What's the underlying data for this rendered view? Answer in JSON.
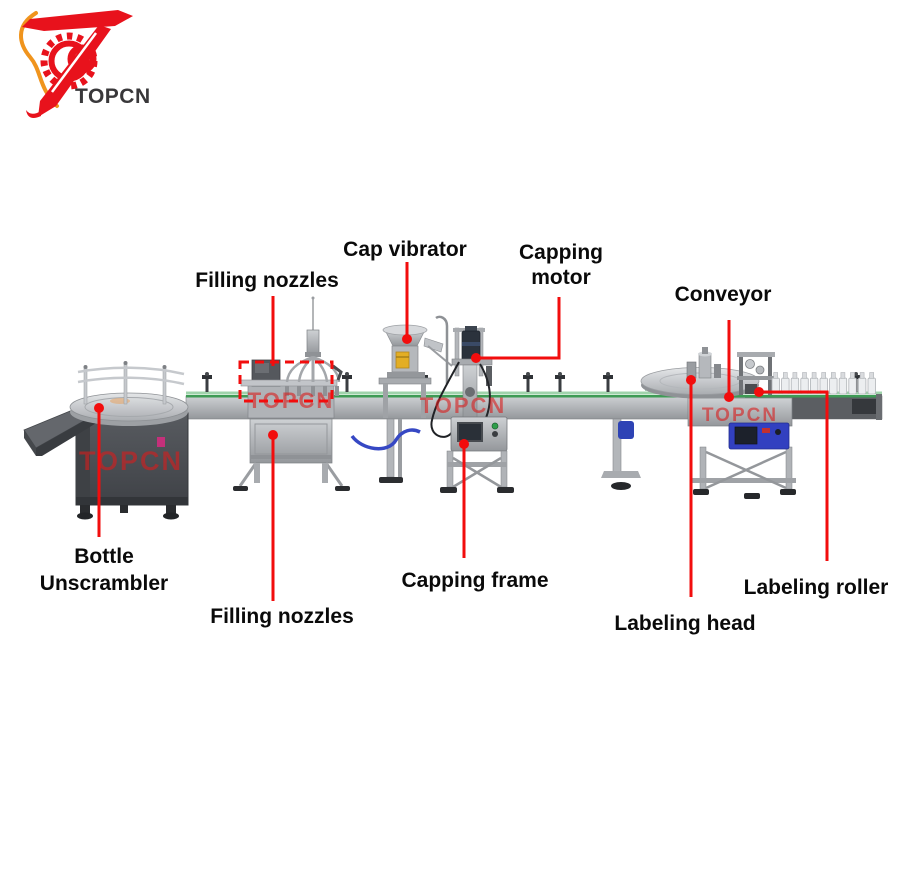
{
  "logo": {
    "brand": "TOPCN"
  },
  "watermark": {
    "text": "TOPCN"
  },
  "annotations": {
    "bottle_unscrambler": "Bottle Unscrambler",
    "filling_nozzles_top": "Filling nozzles",
    "filling_nozzles_bottom": "Filling nozzles",
    "cap_vibrator": "Cap vibrator",
    "capping_motor": "Capping motor",
    "capping_frame": "Capping frame",
    "conveyor": "Conveyor",
    "labeling_head": "Labeling head",
    "labeling_roller": "Labeling roller"
  },
  "colors": {
    "annotation_red": "#f20d0d",
    "logo_red": "#e8121c",
    "logo_orange": "#f0941d",
    "logo_text_gray": "#39383a",
    "belt_green": "#3e9b55",
    "control_box_blue": "#3240c0",
    "vibrator_yellow": "#e3ae25"
  }
}
